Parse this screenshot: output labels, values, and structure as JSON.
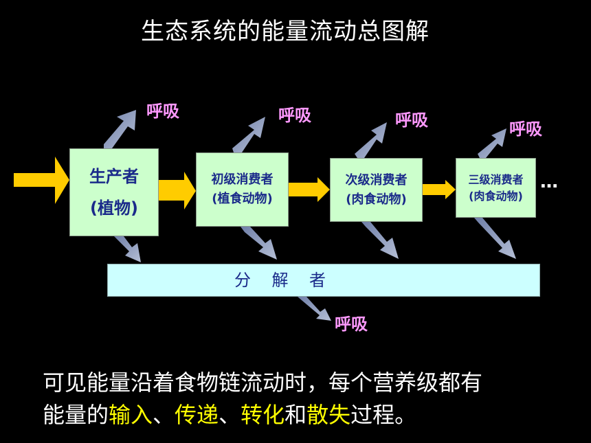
{
  "title": "生态系统的能量流动总图解",
  "nodes": {
    "producer": {
      "line1": "生产者",
      "line2": "(植物)"
    },
    "primary": {
      "line1": "初级消费者",
      "line2": "(植食动物)"
    },
    "secondary": {
      "line1": "次级消费者",
      "line2": "(肉食动物)"
    },
    "tertiary": {
      "line1": "三级消费者",
      "line2": "(肉食动物)"
    },
    "decomposer": {
      "label": "分    解    者"
    }
  },
  "respiration_label": "呼吸",
  "continuation": "…",
  "summary": {
    "part1": "可见能量沿着食物链流动时，每个营养级都有",
    "part2": "能量的",
    "input": "输入",
    "sep1": "、",
    "transfer": "传递",
    "sep2": "、",
    "transform": "转化",
    "and": "和",
    "dissipate": "散失",
    "part3": "过程。"
  },
  "colors": {
    "background": "#000000",
    "flow_arrow": "#ffcc00",
    "side_arrow": "#8899bb",
    "node_fill": "#ccffcc",
    "decomposer_fill": "#ccffff",
    "node_text": "#1a2a8a",
    "respiration_text": "#ff99ff",
    "highlight_text": "#ffff00"
  }
}
